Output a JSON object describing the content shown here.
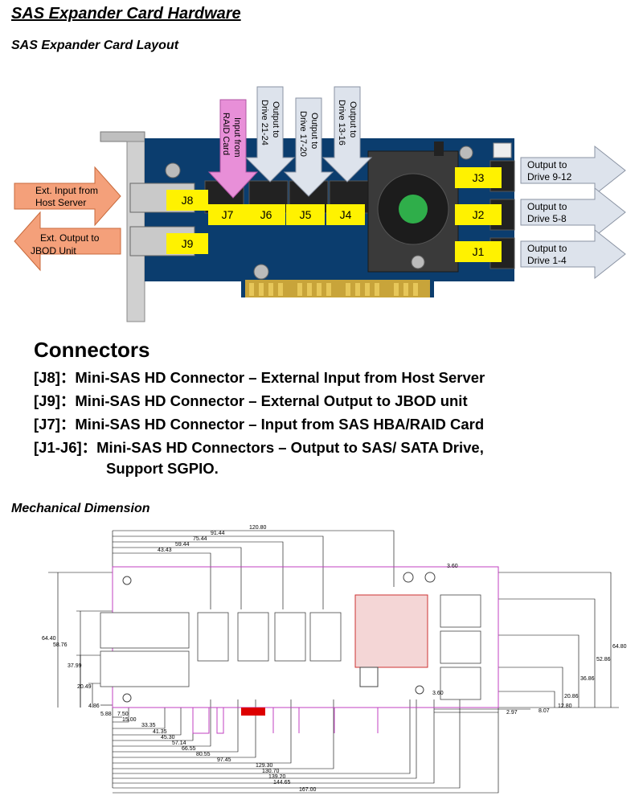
{
  "header": {
    "title": "SAS Expander Card Hardware",
    "layout_title": "SAS Expander Card Layout",
    "mech_title": "Mechanical Dimension"
  },
  "card": {
    "ports": [
      "J8",
      "J9",
      "J7",
      "J6",
      "J5",
      "J4",
      "J3",
      "J2",
      "J1"
    ],
    "left_arrows": {
      "ext_input": [
        "Ext. Input from",
        "Host Server"
      ],
      "ext_output": [
        "Ext. Output to",
        "JBOD Unit"
      ]
    },
    "raid_arrow": [
      "Input from",
      "RAID Card"
    ],
    "top_arrows": [
      [
        "Output to",
        "Drive 21-24"
      ],
      [
        "Output to",
        "Drive 17-20"
      ],
      [
        "Output to",
        "Drive 13-16"
      ]
    ],
    "right_arrows": [
      [
        "Output to",
        "Drive 9-12"
      ],
      [
        "Output to",
        "Drive 5-8"
      ],
      [
        "Output to",
        "Drive 1-4"
      ]
    ],
    "colors": {
      "pcb": "#0b3d6e",
      "label_yellow": "#fff200",
      "orange_arrow": "#f4a07a",
      "pink_arrow": "#e88fd8",
      "gray_arrow": "#dde3ec"
    }
  },
  "connectors": {
    "heading": "Connectors",
    "items": [
      "[J8]：Mini-SAS HD Connector – External Input from Host Server",
      "[J9]：Mini-SAS HD Connector – External Output to JBOD unit",
      "[J7]：Mini-SAS HD Connector – Input from SAS HBA/RAID Card",
      "[J1-J6]：Mini-SAS HD Connectors – Output to SAS/ SATA Drive,"
    ],
    "continuation": "Support SGPIO."
  },
  "dimensions": {
    "top_dims": [
      "120.80",
      "91.44",
      "75.44",
      "59.44",
      "43.43"
    ],
    "small_dim": "3.60",
    "left_dims": [
      "64.40",
      "58.76",
      "37.99",
      "20.49",
      "4.86"
    ],
    "bottom_dims": [
      "5.88",
      "7.50",
      "15.00",
      "33.35",
      "41.35",
      "45.30",
      "57.14",
      "66.55",
      "80.55",
      "97.45",
      "129.30",
      "130.70",
      "139.20",
      "144.65",
      "167.00"
    ],
    "right_dims": [
      "64.80",
      "52.86",
      "36.86",
      "20.86",
      "12.80",
      "8.07",
      "2.97"
    ],
    "small_dim2": "3.60"
  }
}
